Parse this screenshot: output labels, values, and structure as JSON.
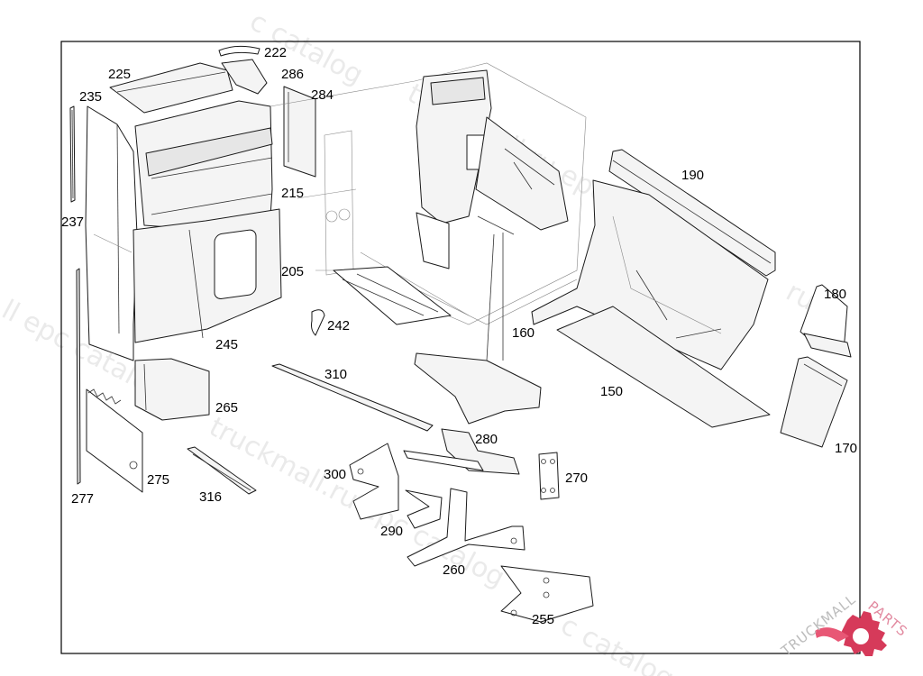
{
  "watermark": {
    "text": "truckmall.ru epc catalog",
    "text_short": "c catalog",
    "text_left": "ll epc catalog",
    "text_mid": "truckmall.ru epc catalog",
    "text_right": "ru e"
  },
  "logo": {
    "text_part1": "TRUCKMALL",
    "text_part2": "PARTS",
    "accent_color": "#d63a5a"
  },
  "colors": {
    "line": "#1a1a1a",
    "background": "#ffffff"
  },
  "labels": {
    "p150": "150",
    "p160": "160",
    "p170": "170",
    "p180": "180",
    "p190": "190",
    "p205": "205",
    "p215": "215",
    "p222": "222",
    "p225": "225",
    "p235": "235",
    "p237": "237",
    "p242": "242",
    "p245": "245",
    "p255": "255",
    "p260": "260",
    "p265": "265",
    "p270": "270",
    "p275": "275",
    "p277": "277",
    "p280": "280",
    "p284": "284",
    "p286": "286",
    "p290": "290",
    "p300": "300",
    "p310": "310",
    "p316": "316"
  }
}
